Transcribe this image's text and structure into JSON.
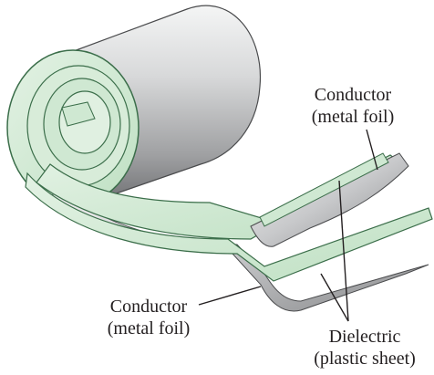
{
  "labels": {
    "conductor_top": {
      "line1": "Conductor",
      "line2": "(metal foil)"
    },
    "conductor_bottom": {
      "line1": "Conductor",
      "line2": "(metal foil)"
    },
    "dielectric": {
      "line1": "Dielectric",
      "line2": "(plastic sheet)"
    }
  },
  "colors": {
    "dielectric_green": "#cfe8d2",
    "dielectric_edge": "#3b6e4a",
    "foil_gray": "#c8c9cb",
    "foil_dark": "#6d6e71",
    "text": "#231f20"
  }
}
